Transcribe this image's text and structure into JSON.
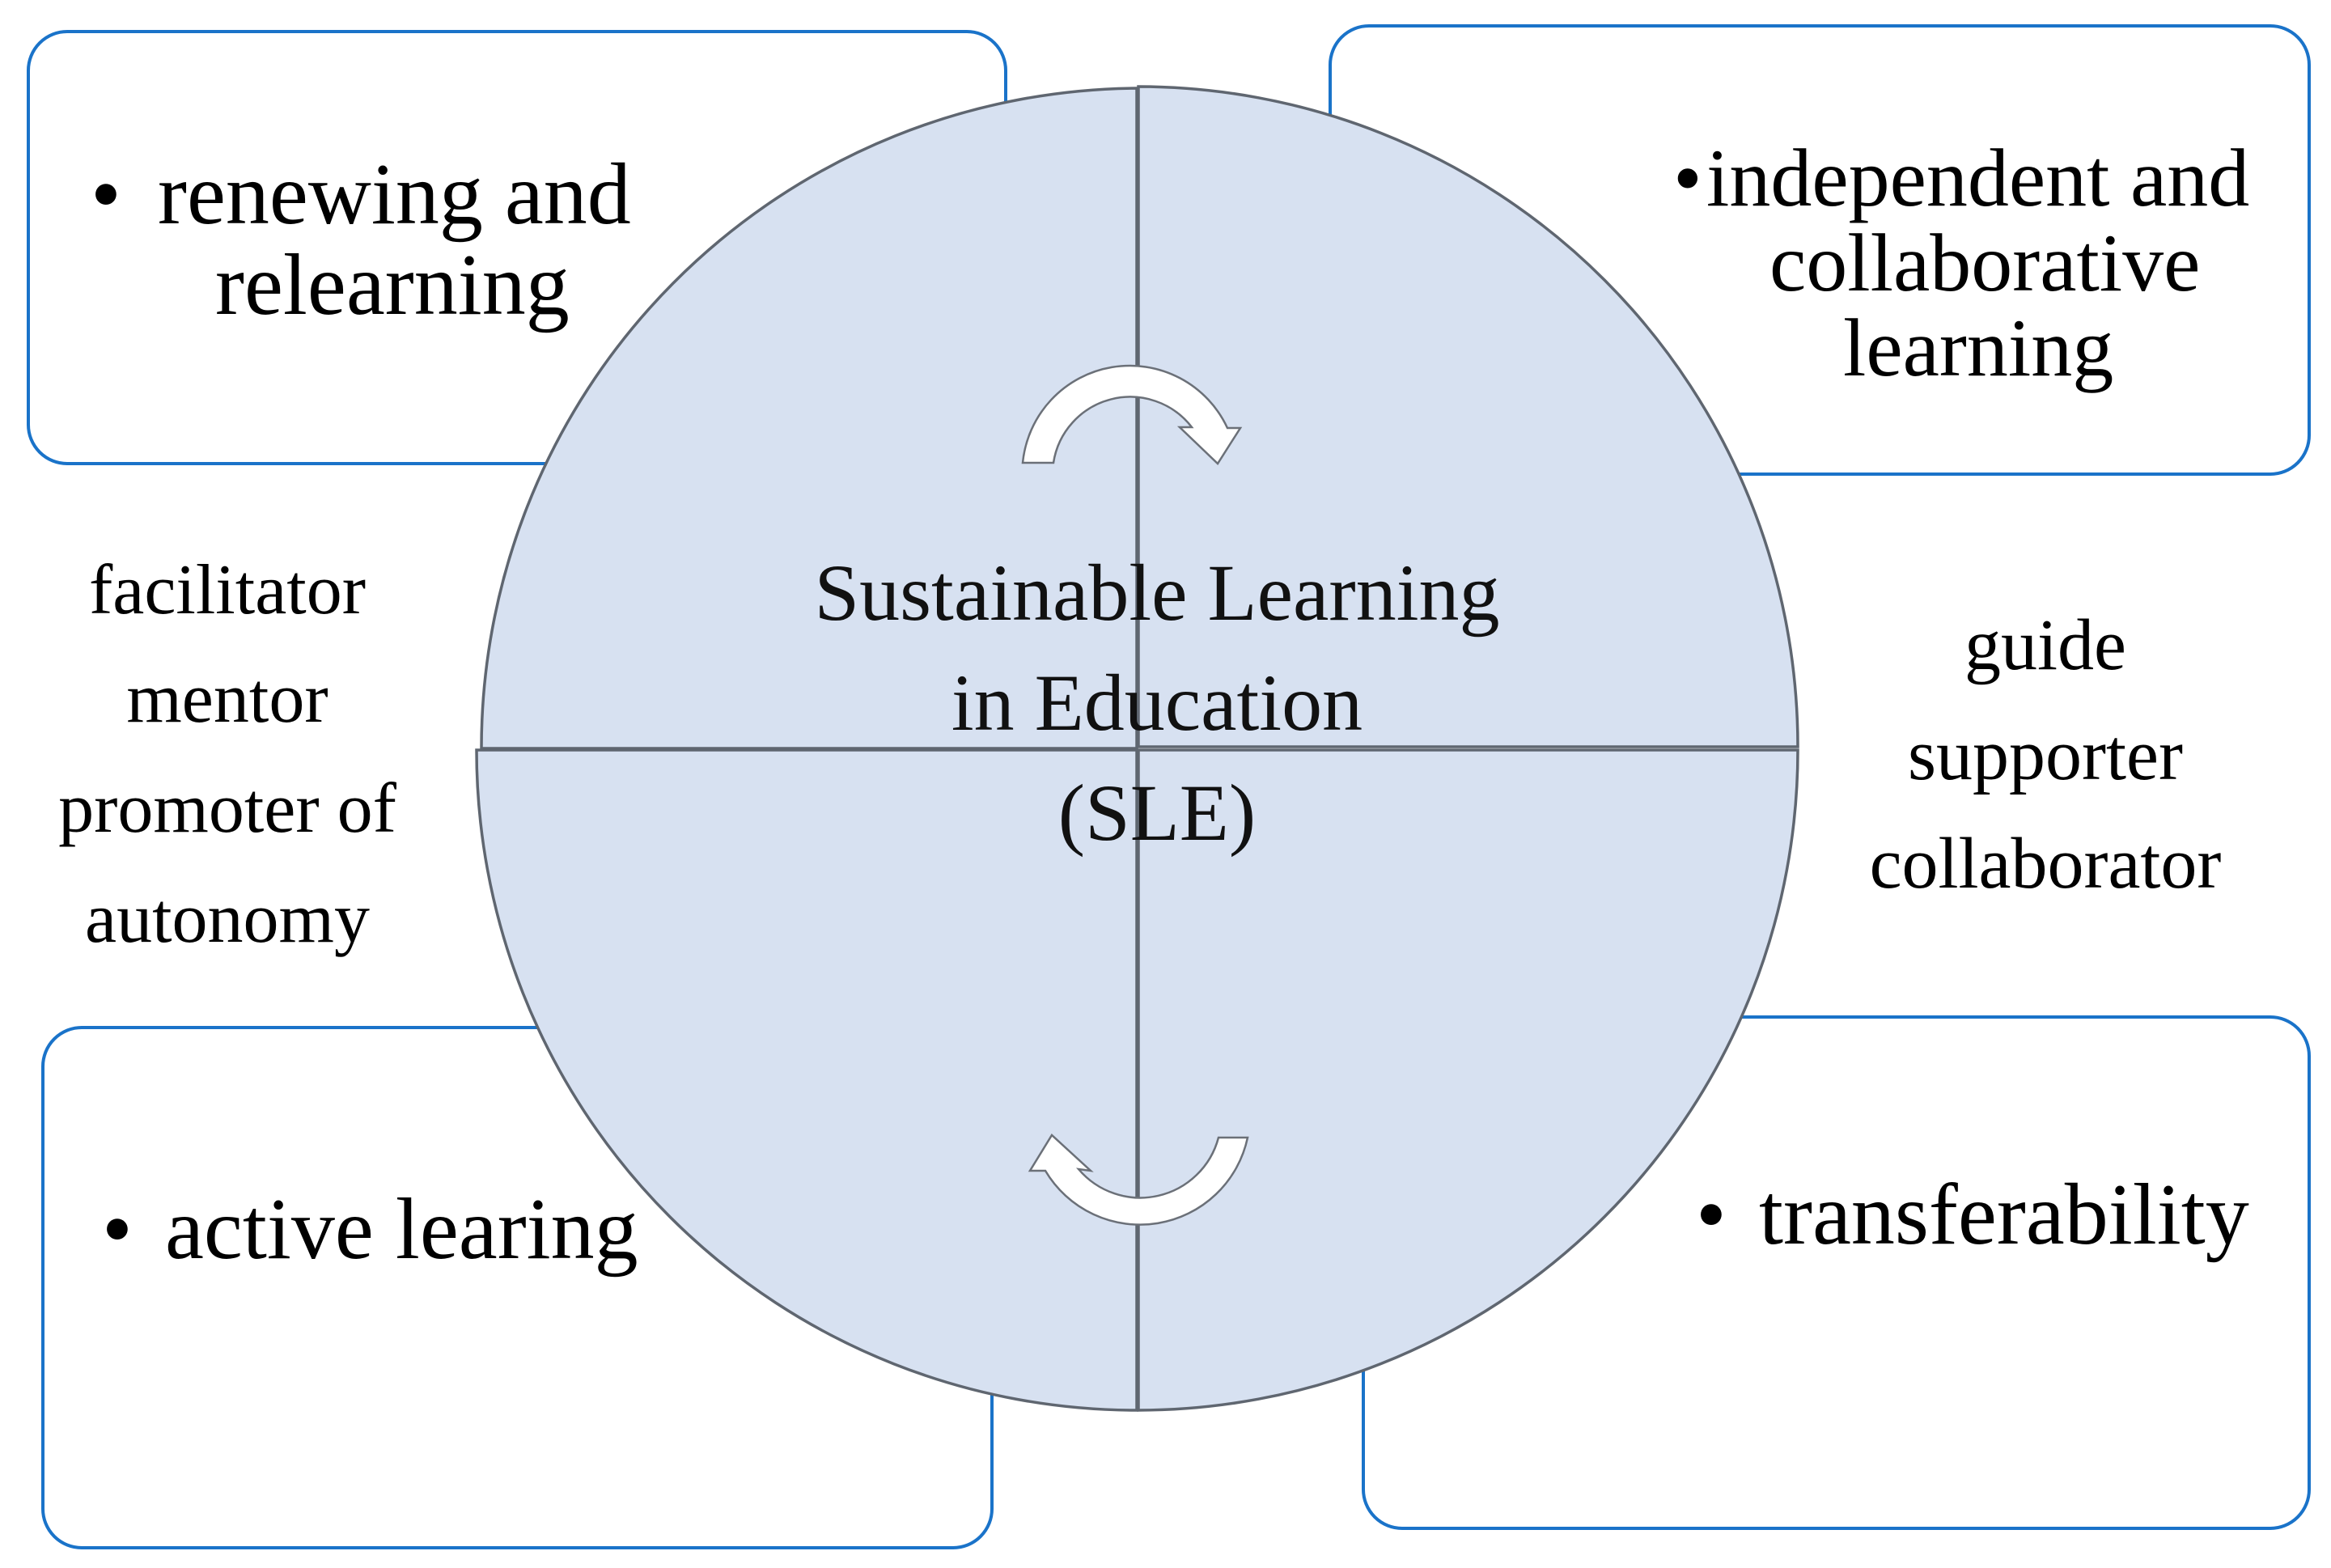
{
  "diagram": {
    "title_lines": [
      "Sustainable Learning",
      "in Education",
      "(SLE)"
    ],
    "bullet_glyph": "•",
    "boxes": {
      "top_left": {
        "lines": [
          "renewing and",
          "relearning"
        ]
      },
      "top_right": {
        "lines": [
          "independent and",
          "collaborative",
          "learning"
        ]
      },
      "bottom_left": {
        "lines": [
          "active learing"
        ]
      },
      "bottom_right": {
        "lines": [
          "transferability"
        ]
      }
    },
    "side_labels": {
      "left": [
        "facilitator",
        "mentor",
        "promoter of",
        "autonomy"
      ],
      "right": [
        "guide",
        "supporter",
        "collaborator"
      ]
    },
    "icons": {
      "top_arrow": "clockwise-curved-arrow-icon",
      "bottom_arrow": "clockwise-curved-arrow-icon"
    },
    "colors": {
      "box_border": "#1a73c9",
      "circle_fill": "#d7e1f1",
      "circle_stroke": "#5f6670",
      "arrow_fill": "#ffffff",
      "text": "#000000"
    }
  }
}
